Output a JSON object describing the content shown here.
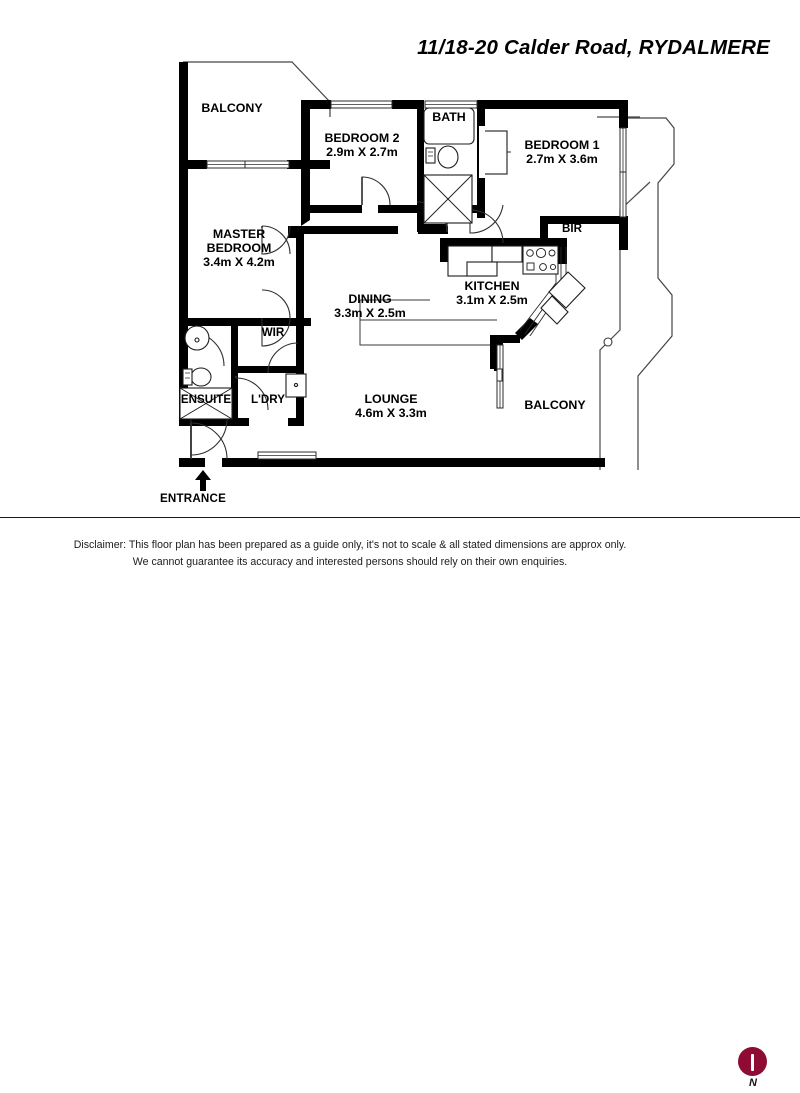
{
  "title": "11/18-20 Calder Road, RYDALMERE",
  "colors": {
    "wall": "#000000",
    "thin_line": "#3a3a3a",
    "background": "#ffffff",
    "compass": "#8e0b33",
    "compass_needle": "#ffffff",
    "text": "#000000"
  },
  "rooms": [
    {
      "id": "balcony-top",
      "name": "BALCONY",
      "dims": ""
    },
    {
      "id": "bedroom-2",
      "name": "BEDROOM 2",
      "dims": "2.9m X 2.7m"
    },
    {
      "id": "bath",
      "name": "BATH",
      "dims": ""
    },
    {
      "id": "bedroom-1",
      "name": "BEDROOM 1",
      "dims": "2.7m X 3.6m"
    },
    {
      "id": "bir",
      "name": "BIR",
      "dims": ""
    },
    {
      "id": "master-bedroom",
      "name": "MASTER BEDROOM",
      "dims": "3.4m X 4.2m"
    },
    {
      "id": "dining",
      "name": "DINING",
      "dims": "3.3m X 2.5m"
    },
    {
      "id": "kitchen",
      "name": "KITCHEN",
      "dims": "3.1m X 2.5m"
    },
    {
      "id": "wir",
      "name": "WIR",
      "dims": ""
    },
    {
      "id": "ensuite",
      "name": "ENSUITE",
      "dims": ""
    },
    {
      "id": "ldry",
      "name": "L'DRY",
      "dims": ""
    },
    {
      "id": "lounge",
      "name": "LOUNGE",
      "dims": "4.6m X 3.3m"
    },
    {
      "id": "balcony-right",
      "name": "BALCONY",
      "dims": ""
    }
  ],
  "labels": {
    "balcony_top": "BALCONY",
    "bedroom2_name": "BEDROOM 2",
    "bedroom2_dims": "2.9m X 2.7m",
    "bath": "BATH",
    "bedroom1_name": "BEDROOM 1",
    "bedroom1_dims": "2.7m X 3.6m",
    "bir": "BIR",
    "master_line1": "MASTER",
    "master_line2": "BEDROOM",
    "master_dims": "3.4m X 4.2m",
    "dining_name": "DINING",
    "dining_dims": "3.3m X 2.5m",
    "kitchen_name": "KITCHEN",
    "kitchen_dims": "3.1m X 2.5m",
    "wir": "WIR",
    "ensuite": "ENSUITE",
    "ldry": "L'DRY",
    "lounge_name": "LOUNGE",
    "lounge_dims": "4.6m X 3.3m",
    "balcony_right": "BALCONY",
    "entrance": "ENTRANCE"
  },
  "footer": {
    "disclaimer_line1": "Disclaimer: This floor plan has been prepared as a guide only, it's not to scale & all stated dimensions are approx only.",
    "disclaimer_line2": "We cannot guarantee its accuracy and interested persons should rely on their own enquiries."
  },
  "compass": {
    "label": "N"
  }
}
